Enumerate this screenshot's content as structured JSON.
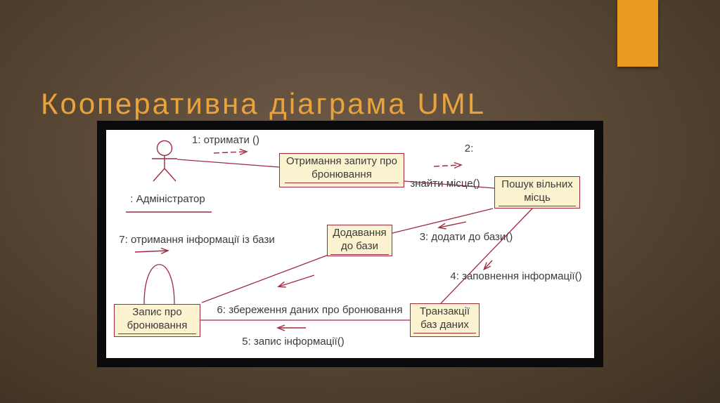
{
  "slide": {
    "title": "Кооперативна діаграма UML"
  },
  "diagram": {
    "actor": {
      "label": ": Адміністратор"
    },
    "nodes": {
      "request": {
        "line1": "Отримання запиту про",
        "line2": "бронювання"
      },
      "search": {
        "line1": "Пошук вільних",
        "line2": "місць"
      },
      "add": {
        "line1": "Додавання",
        "line2": "до бази"
      },
      "transaction": {
        "line1": "Транзакції",
        "line2": "баз даних"
      },
      "record": {
        "line1": "Запис про",
        "line2": "бронювання"
      }
    },
    "messages": {
      "m1": "1: отримати ()",
      "m2_num": "2:",
      "m2_name": "знайти місце()",
      "m3": "3: додати до бази()",
      "m4": "4: заповнення інформації()",
      "m5": "5: запис інформації()",
      "m6": "6: збереження даних про бронювання",
      "m7": "7: отримання інформації із бази"
    },
    "colors": {
      "accent_bar": "#EA9C20",
      "title": "#E8A33C",
      "line": "#A12A40",
      "box_fill": "#FBF3CF",
      "box_border": "#A12A40",
      "text": "#3B3B3B"
    }
  }
}
